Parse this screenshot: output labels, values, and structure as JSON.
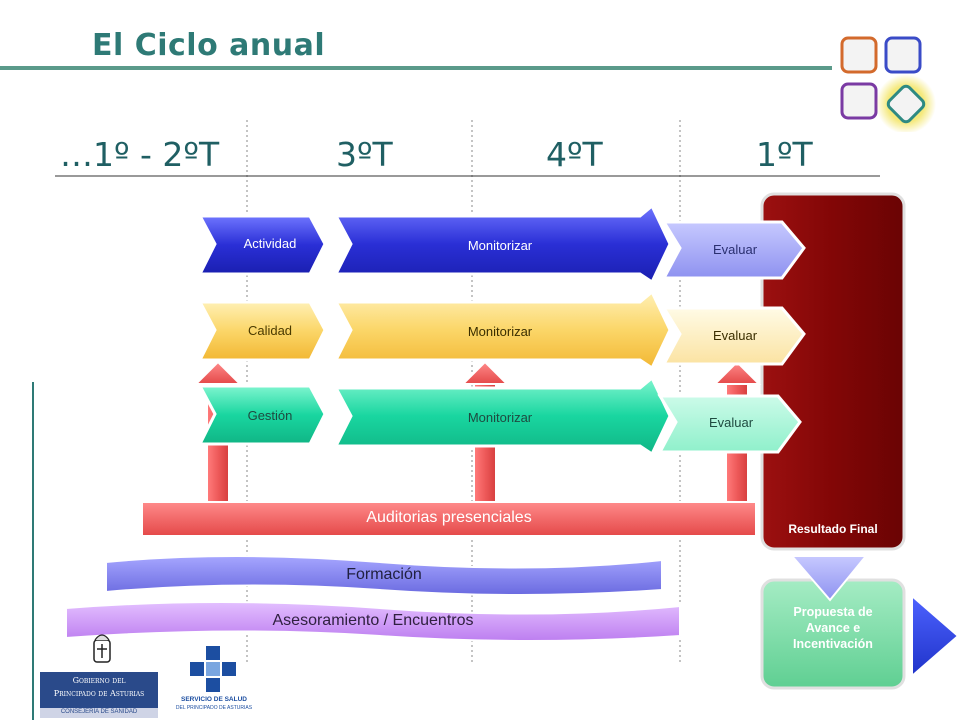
{
  "title": "El Ciclo anual",
  "columns": [
    "…1º - 2ºT",
    "3ºT",
    "4ºT",
    "1ºT"
  ],
  "rows": [
    {
      "start": "Actividad",
      "middle": "Monitorizar",
      "end": "Evaluar"
    },
    {
      "start": "Calidad",
      "middle": "Monitorizar",
      "end": "Evaluar"
    },
    {
      "start": "Gestión",
      "middle": "Monitorizar",
      "end": "Evaluar"
    }
  ],
  "bands": {
    "auditorias": "Auditorias presenciales",
    "formacion": "Formación",
    "asesoramiento": "Asesoramiento / Encuentros"
  },
  "result_box": "Resultado Final",
  "proposal_box": "Propuesta de Avance e Incentivación",
  "logos": {
    "asturias_line1": "Gobierno del",
    "asturias_line2": "Principado de Asturias",
    "asturias_line3": "CONSEJERÍA DE SANIDAD",
    "sespa_line1": "SERVICIO DE SALUD",
    "sespa_line2": "DEL PRINCIPADO DE ASTURIAS"
  },
  "colors": {
    "title": "#2e7a76",
    "row_actividad": "#2a2fd6",
    "row_calidad": "#f7c94a",
    "row_gestion": "#19d6a0",
    "auditorias": "#ee5a5a",
    "formacion": "#7b7bea",
    "asesoramiento": "#c98cf3",
    "result_box": "#820606",
    "proposal_box": "#7dd9a5"
  }
}
